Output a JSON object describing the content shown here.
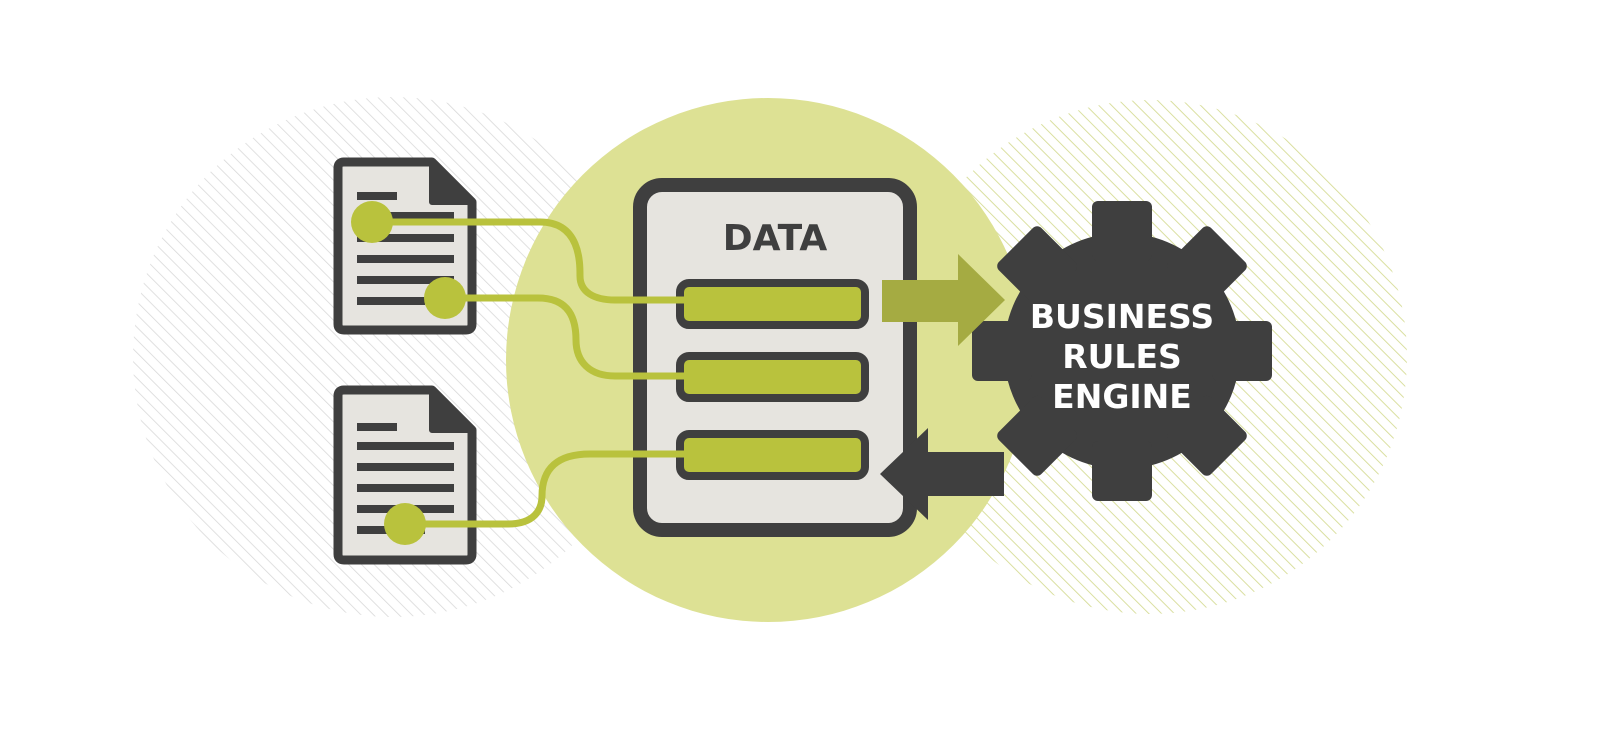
{
  "data_panel": {
    "title": "DATA"
  },
  "engine": {
    "label_line1": "BUSINESS",
    "label_line2": "RULES",
    "label_line3": "ENGINE"
  },
  "colors": {
    "dark": "#3f3f3f",
    "paper": "#e6e4df",
    "green": "#b9c23d",
    "green_dark": "#a5ab42",
    "circle_green": "#dde194",
    "hatch_grey": "#dcdcdc",
    "hatch_green": "#d9df9e"
  },
  "icons": {
    "documents": [
      "document-icon",
      "document-icon"
    ],
    "engine": "gear-icon"
  }
}
